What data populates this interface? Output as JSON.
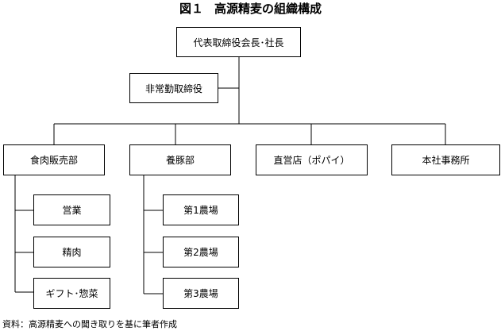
{
  "figure": {
    "number": "図１",
    "title": "高源精麦の組織構成"
  },
  "org": {
    "ceo": "代表取締役会長･社長",
    "director": "非常勤取締役",
    "departments": {
      "meat_sales": "食肉販売部",
      "pig_farming": "養豚部",
      "direct_store": "直営店（ポパイ）",
      "head_office": "本社事務所"
    },
    "meat_sales_units": {
      "business": "営業",
      "meat_processing": "精肉",
      "gifts_deli": "ギフト･惣菜"
    },
    "farms": {
      "farm1": "第1農場",
      "farm2": "第2農場",
      "farm3": "第3農場"
    }
  },
  "source": "資料：高源精麦への聞き取りを基に筆者作成"
}
